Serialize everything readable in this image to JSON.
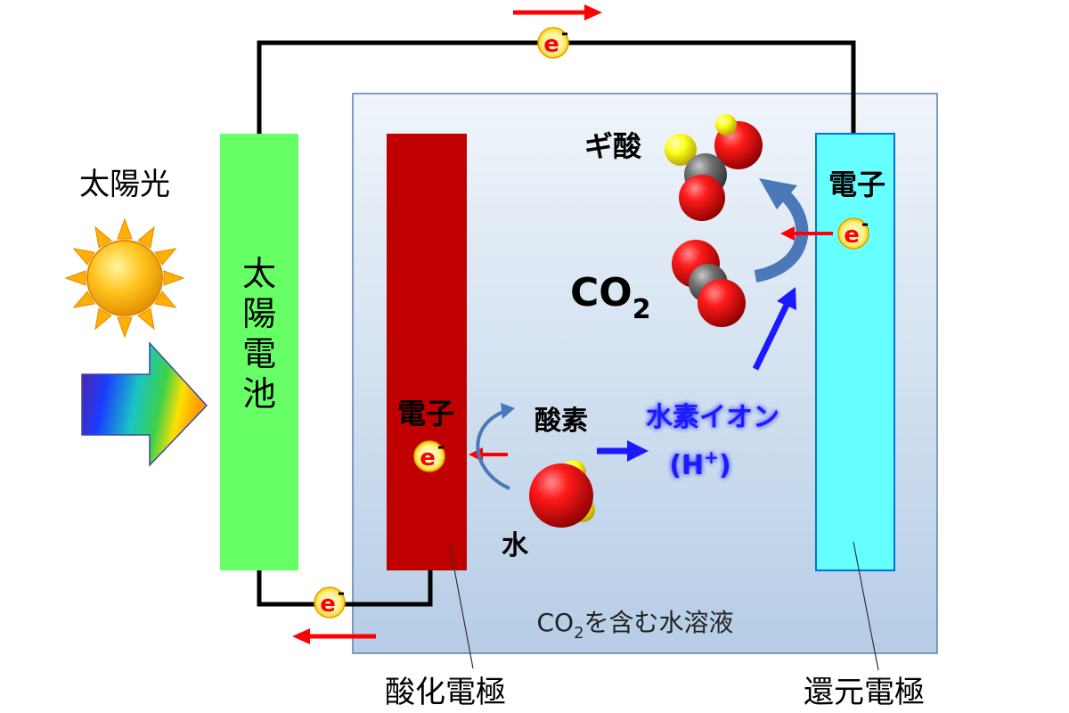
{
  "labels": {
    "sunlight": "太陽光",
    "solar_cell": [
      "太",
      "陽",
      "電",
      "池"
    ],
    "oxidation_electrode": "酸化電極",
    "reduction_electrode": "還元電極",
    "solution_prefix": "CO",
    "solution_sub": "2",
    "solution_suffix": "を含む水溶液",
    "formic_acid": "ギ酸",
    "co2_main": "CO",
    "co2_sub": "2",
    "electron_left": "電子",
    "electron_right": "電子",
    "oxygen": "酸素",
    "water": "水",
    "hydrogen_ion": "水素イオン",
    "hydrogen_ion_formula_open": "(H",
    "hydrogen_ion_formula_sup": "+",
    "hydrogen_ion_formula_close": ")",
    "electron_symbol": "e",
    "electron_charge": "-"
  },
  "colors": {
    "solar_cell": "#66ff66",
    "oxidation_electrode": "#c00000",
    "reduction_electrode": "#66ffff",
    "tank_fill": "#d6e4f2",
    "wire": "#000000",
    "electron_flow_arrow": "#ff0000",
    "ion_arrow": "#1a1aff",
    "hydrogen_ion_text": "#1a1aff",
    "curved_arrow": "#4a78b8",
    "oxygen_atom": "#e00000",
    "hydrogen_atom": "#ffff00",
    "carbon_atom": "#606060"
  }
}
